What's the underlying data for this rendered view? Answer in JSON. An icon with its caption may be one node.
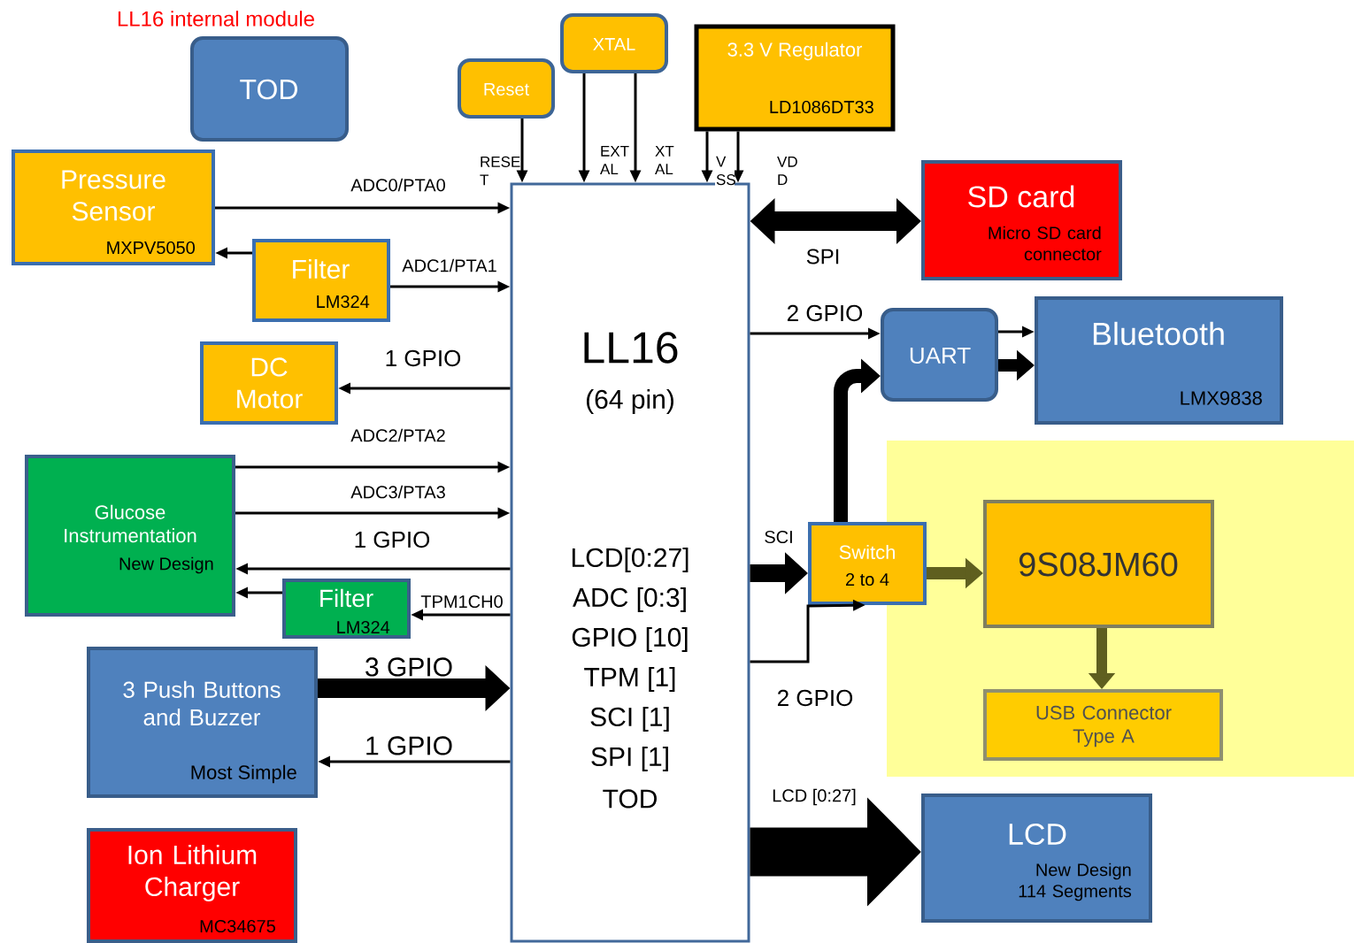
{
  "diagram": {
    "title": "LL16 internal module",
    "nodes": [
      {
        "text": [
          "TOD"
        ]
      },
      {
        "text": [
          "Pressure Sensor",
          "MXPV5050"
        ]
      },
      {
        "text": [
          "Filter",
          "LM324"
        ]
      },
      {
        "text": [
          "DC Motor"
        ]
      },
      {
        "text": [
          "Glucose Instrumentation",
          "New Design"
        ]
      },
      {
        "text": [
          "Filter",
          "LM324"
        ]
      },
      {
        "text": [
          "3 Push Buttons and Buzzer",
          "Most Simple"
        ]
      },
      {
        "text": [
          "Ion Lithium Charger",
          "MC34675"
        ]
      },
      {
        "text": [
          "Reset"
        ]
      },
      {
        "text": [
          "XTAL"
        ]
      },
      {
        "text": [
          "3.3 V Regulator",
          "LD1086DT33"
        ]
      },
      {
        "text": [
          "LL16",
          "(64 pin)",
          "LCD[0:27]",
          "ADC [0:3]",
          "GPIO [10]",
          "TPM [1]",
          "SCI [1]",
          "SPI [1]",
          "TOD"
        ]
      },
      {
        "text": [
          "SD card",
          "Micro SD card connector"
        ]
      },
      {
        "text": [
          "UART"
        ]
      },
      {
        "text": [
          "Bluetooth",
          "LMX9838"
        ]
      },
      {
        "text": [
          "Switch",
          "2 to 4"
        ]
      },
      {
        "text": [
          "9S08JM60"
        ]
      },
      {
        "text": [
          "USB Connector Type A"
        ]
      },
      {
        "text": [
          "LCD",
          "New Design 114 Segments"
        ]
      }
    ],
    "edges": [
      {
        "from": 1,
        "to": 11,
        "arrow": "to",
        "label": "ADC0/PTA0"
      },
      {
        "from": 2,
        "to": 1,
        "arrow": "to"
      },
      {
        "from": 2,
        "to": 11,
        "arrow": "to",
        "label": "ADC1/PTA1"
      },
      {
        "from": 11,
        "to": 3,
        "arrow": "to",
        "label": "1 GPIO"
      },
      {
        "from": 4,
        "to": 11,
        "arrow": "to",
        "label": "ADC2/PTA2"
      },
      {
        "from": 4,
        "to": 11,
        "arrow": "to",
        "label": "ADC3/PTA3"
      },
      {
        "from": 11,
        "to": 4,
        "arrow": "to",
        "label": "1 GPIO"
      },
      {
        "from": 5,
        "to": 4,
        "arrow": "to"
      },
      {
        "from": 11,
        "to": 5,
        "arrow": "to",
        "label": "TPM1CH0"
      },
      {
        "from": 6,
        "to": 11,
        "arrow": "to",
        "label": "3 GPIO",
        "style": "thick"
      },
      {
        "from": 11,
        "to": 6,
        "arrow": "to",
        "label": "1 GPIO"
      },
      {
        "from": 8,
        "to": 11,
        "arrow": "to",
        "label": "RESE T"
      },
      {
        "from": 9,
        "to": 11,
        "arrow": "to",
        "label": "EXT AL"
      },
      {
        "from": 9,
        "to": 11,
        "arrow": "to",
        "label": "XT AL"
      },
      {
        "from": 10,
        "to": 11,
        "arrow": "to",
        "label": "V SS"
      },
      {
        "from": 10,
        "to": 11,
        "arrow": "to",
        "label": "VD D"
      },
      {
        "from": 11,
        "to": 12,
        "arrow": "both",
        "label": "SPI",
        "style": "thick"
      },
      {
        "from": 11,
        "to": 13,
        "arrow": "to",
        "label": "2 GPIO"
      },
      {
        "from": 15,
        "to": 13,
        "arrow": "to",
        "style": "thick"
      },
      {
        "from": 13,
        "to": 14,
        "arrow": "to"
      },
      {
        "from": 13,
        "to": 14,
        "arrow": "to",
        "style": "thick"
      },
      {
        "from": 11,
        "to": 15,
        "arrow": "to",
        "label": "SCI",
        "style": "thick"
      },
      {
        "from": 11,
        "to": 15,
        "arrow": "to",
        "label": "2 GPIO"
      },
      {
        "from": 15,
        "to": 16,
        "arrow": "to",
        "style": "thick",
        "color": "#5f5f1f"
      },
      {
        "from": 16,
        "to": 17,
        "arrow": "to",
        "style": "thick",
        "color": "#5f5f1f"
      },
      {
        "from": 11,
        "to": 18,
        "arrow": "to",
        "label": "LCD [0:27]",
        "style": "thick"
      }
    ]
  }
}
